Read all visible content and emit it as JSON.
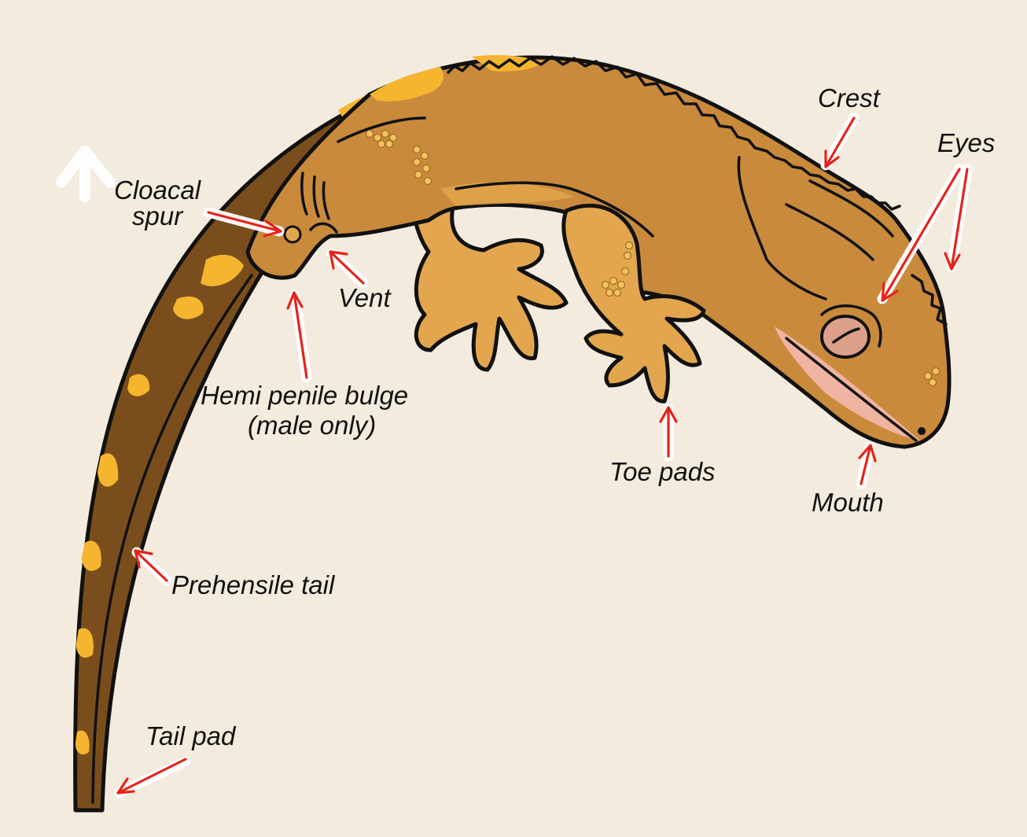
{
  "labels": {
    "crest": "Crest",
    "eyes": "Eyes",
    "cloacal_spur_line1": "Cloacal",
    "cloacal_spur_line2": "spur",
    "vent": "Vent",
    "hemi_penile_line1": "Hemi penile bulge",
    "hemi_penile_line2": "(male only)",
    "toe_pads": "Toe pads",
    "mouth": "Mouth",
    "prehensile_tail": "Prehensile tail",
    "tail_pad": "Tail pad"
  },
  "colors": {
    "background": "#f3ebdd",
    "body": "#c98a3c",
    "body_light": "#e3a64e",
    "belly_highlight": "#f0b858",
    "tail_dark": "#7a4e1c",
    "pattern_yellow": "#f5b52e",
    "eye": "#dca08a",
    "mouth_pink": "#f0b4a2",
    "arrow": "#e5231b",
    "outline": "#111111"
  }
}
